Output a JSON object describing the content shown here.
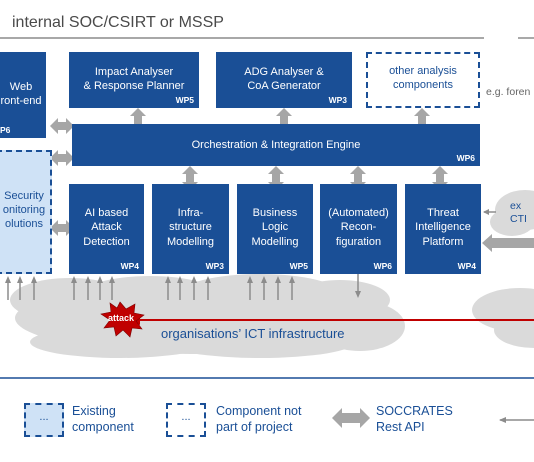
{
  "header": {
    "title": "internal SOC/CSIRT or MSSP"
  },
  "boxes": {
    "web_frontend": {
      "name": "Web\nront-end",
      "wp": "P6"
    },
    "impact_analyser": {
      "name": "Impact Analyser\n& Response Planner",
      "wp": "WP5"
    },
    "adg_analyser": {
      "name": "ADG Analyser &\nCoA Generator",
      "wp": "WP3"
    },
    "other_analysis": {
      "name": "other analysis\ncomponents"
    },
    "orchestration": {
      "name": "Orchestration & Integration Engine",
      "wp": "WP6"
    },
    "security_monitoring": {
      "name": "Security\nonitoring\nolutions"
    },
    "ai_detection": {
      "name": "AI based\nAttack\nDetection",
      "wp": "WP4"
    },
    "infra_modelling": {
      "name": "Infra-\nstructure\nModelling",
      "wp": "WP3"
    },
    "business_logic": {
      "name": "Business\nLogic\nModelling",
      "wp": "WP5"
    },
    "reconfiguration": {
      "name": "(Automated)\nRecon-\nfiguration",
      "wp": "WP6"
    },
    "threat_intel": {
      "name": "Threat\nIntelligence\nPlatform",
      "wp": "WP4"
    }
  },
  "side_notes": {
    "forensics": "e.g. foren",
    "external_cti": "ex\nCTI"
  },
  "infrastructure": {
    "attack_label": "attack",
    "ict_label": "organisations’ ICT infrastructure"
  },
  "legend": {
    "existing_icon_text": "...",
    "existing": "Existing\ncomponent",
    "not_part_icon_text": "...",
    "not_part": "Component not\npart of project",
    "rest_api": "SOCCRATES\nRest API"
  },
  "colors": {
    "primary_blue": "#1a4f96",
    "light_blue": "#cfe2f6",
    "cloud_grey": "#d9d9d9",
    "arrow_grey": "#a6a6a6",
    "attack_red": "#c00000"
  }
}
